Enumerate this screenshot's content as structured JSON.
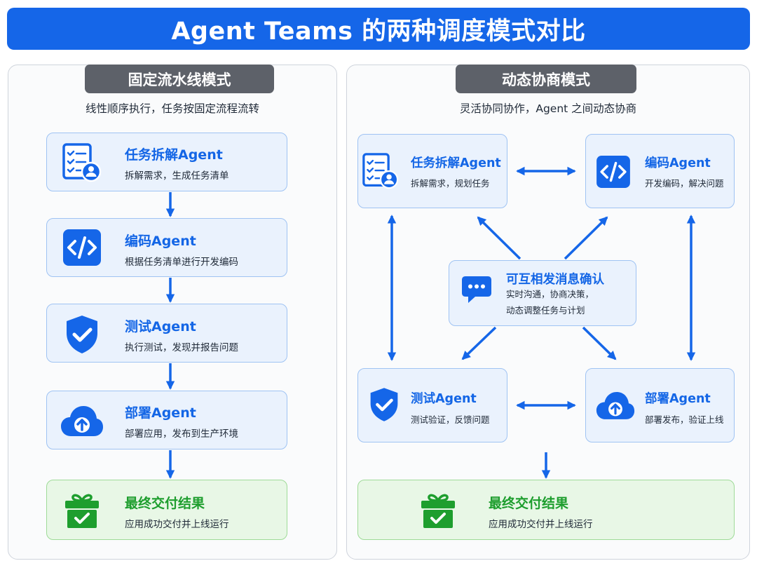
{
  "title": "Agent Teams 的两种调度模式对比",
  "colors": {
    "primary": "#1566e8",
    "success": "#1e9e2e",
    "panel_header": "#5d6169"
  },
  "left": {
    "header": "固定流水线模式",
    "subtitle": "线性顺序执行，任务按固定流程流转",
    "cards": [
      {
        "icon": "checklist-user-icon",
        "title": "任务拆解Agent",
        "desc": "拆解需求，生成任务清单"
      },
      {
        "icon": "code-icon",
        "title": "编码Agent",
        "desc": "根据任务清单进行开发编码"
      },
      {
        "icon": "shield-check-icon",
        "title": "测试Agent",
        "desc": "执行测试，发现并报告问题"
      },
      {
        "icon": "cloud-upload-icon",
        "title": "部署Agent",
        "desc": "部署应用，发布到生产环境"
      }
    ],
    "result": {
      "icon": "gift-check-icon",
      "title": "最终交付结果",
      "desc": "应用成功交付并上线运行"
    }
  },
  "right": {
    "header": "动态协商模式",
    "subtitle": "灵活协同协作，Agent 之间动态协商",
    "cards": {
      "decompose": {
        "icon": "checklist-user-icon",
        "title": "任务拆解Agent",
        "desc": "拆解需求，规划任务"
      },
      "coding": {
        "icon": "code-icon",
        "title": "编码Agent",
        "desc": "开发编码，解决问题"
      },
      "testing": {
        "icon": "shield-check-icon",
        "title": "测试Agent",
        "desc": "测试验证，反馈问题"
      },
      "deploy": {
        "icon": "cloud-upload-icon",
        "title": "部署Agent",
        "desc": "部署发布，验证上线"
      }
    },
    "center": {
      "icon": "chat-bubble-icon",
      "title": "可互相发消息确认",
      "line1": "实时沟通，协商决策，",
      "line2": "动态调整任务与计划"
    },
    "result": {
      "icon": "gift-check-icon",
      "title": "最终交付结果",
      "desc": "应用成功交付并上线运行"
    }
  }
}
